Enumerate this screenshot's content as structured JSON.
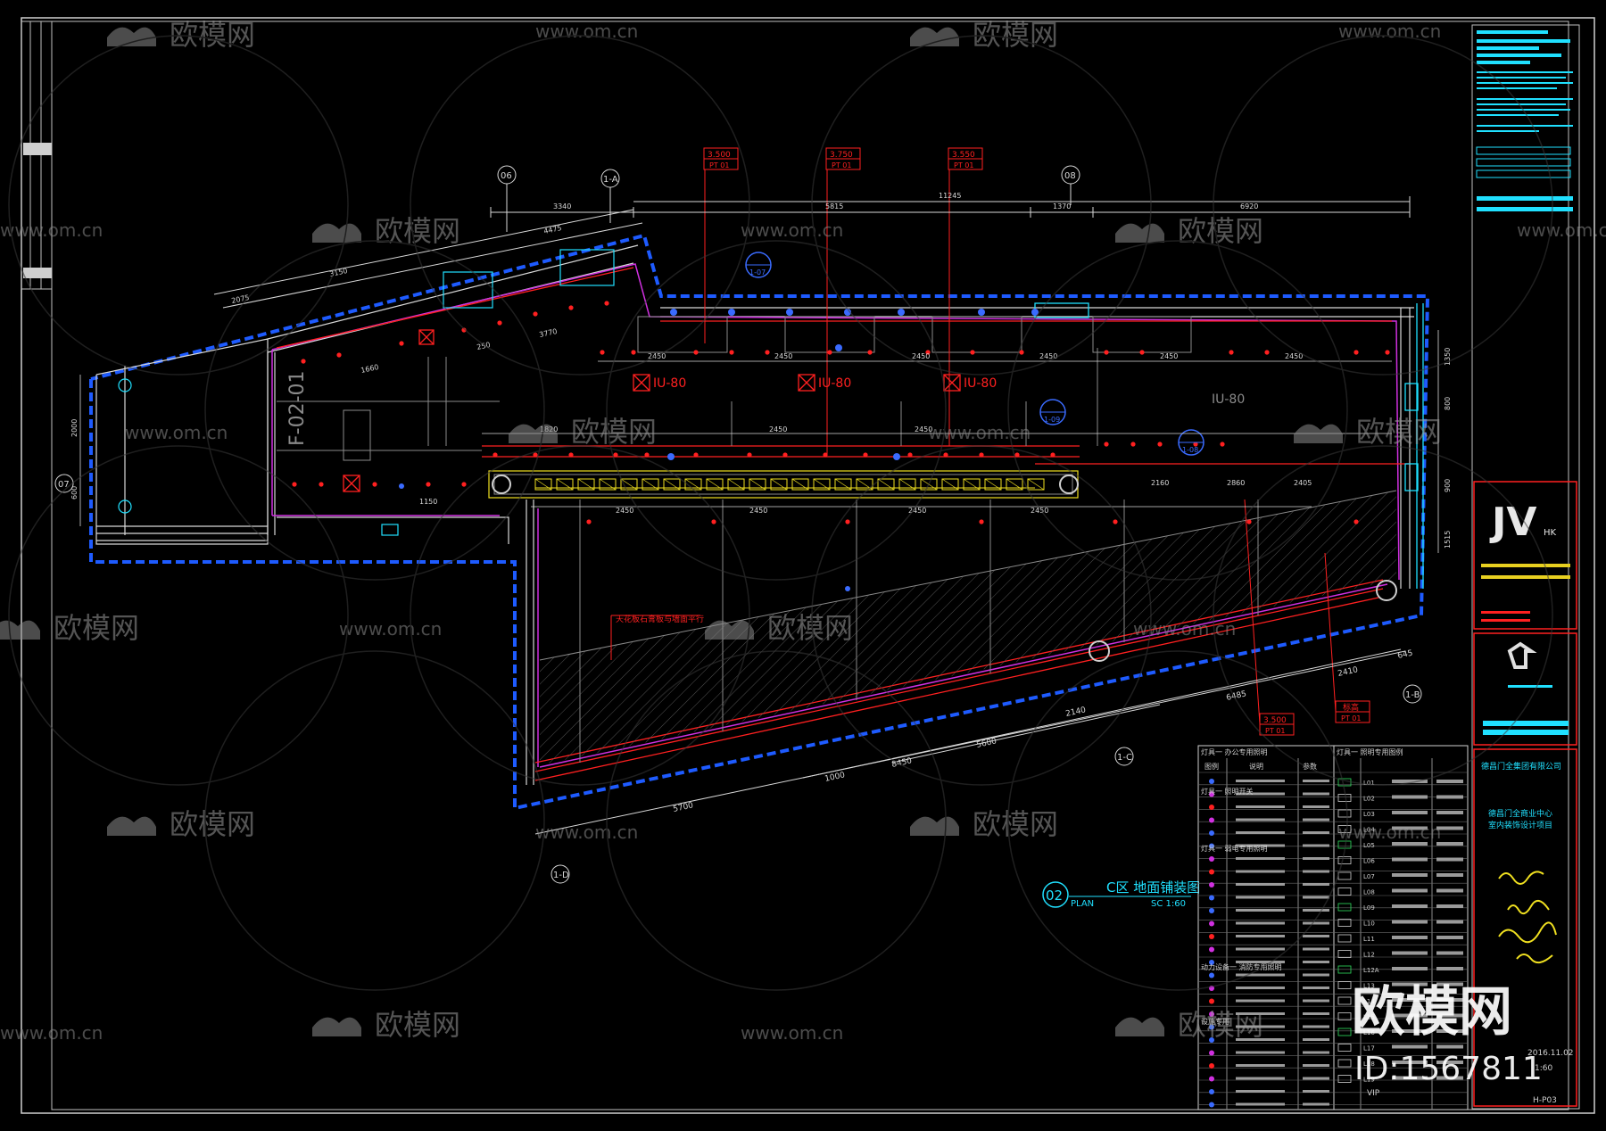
{
  "colors": {
    "background": "#000000",
    "frame": "#d0d0d0",
    "wall_dash": "#1e5bff",
    "red_line": "#ff2020",
    "magenta": "#d030e0",
    "cyan": "#20e0ff",
    "yellow": "#f0e020",
    "grey": "#8a8a8a"
  },
  "drawing": {
    "title_code": "02",
    "title": "C区 地面铺装图",
    "subtitle": "PLAN",
    "scale": "SC 1:60"
  },
  "dimensions": {
    "top": [
      "3340",
      "5815",
      "11245",
      "1370",
      "6920"
    ],
    "slant_top": [
      "4475",
      "3150",
      "2075"
    ],
    "inner_top": [
      "1660",
      "3770",
      "250"
    ],
    "mid_row": [
      "2450",
      "2450",
      "2450",
      "2450",
      "2450",
      "2450",
      "2450",
      "2450"
    ],
    "lower_row": [
      "2450",
      "2450",
      "2450",
      "2450",
      "2160",
      "2405"
    ],
    "right_side": [
      "1350",
      "800",
      "900",
      "1515"
    ],
    "bottom_slant": [
      "5700",
      "8450",
      "5600",
      "2140",
      "1000",
      "6485",
      "2410",
      "645"
    ],
    "left_side": [
      "2000",
      "600"
    ],
    "misc": [
      "1820",
      "2860",
      "1150"
    ]
  },
  "callouts": [
    {
      "level": "3.500",
      "code": "PT 01"
    },
    {
      "level": "3.750",
      "code": "PT 01"
    },
    {
      "level": "3.550",
      "code": "PT 01"
    },
    {
      "level": "3.500",
      "code": "PT 01"
    },
    {
      "level": "标高",
      "code": "PT 01"
    }
  ],
  "grid_markers": [
    "06",
    "1-A",
    "08",
    "1-B",
    "1-C",
    "1-D",
    "07"
  ],
  "units": [
    "IU-80",
    "IU-80",
    "IU-80",
    "IU-80"
  ],
  "tags": [
    "F-02-01",
    "1-07",
    "1-09",
    "1-08"
  ],
  "note_text": "天花板石膏板与墙面平行",
  "legend": {
    "left_title_1": "灯具一 办公专用照明",
    "left_title_2": "灯具一 照明开关",
    "left_title_3": "灯具一 弱电专用照明",
    "left_title_4": "动力设备一 消防专用照明",
    "left_title_5": "设施专用",
    "right_title": "灯具一 照明专用图例",
    "header": [
      "图例",
      "说明",
      "参数"
    ],
    "right_rows": [
      "L01",
      "L02",
      "L03",
      "L04",
      "L05",
      "L06",
      "L07",
      "L08",
      "L09",
      "L10",
      "L11",
      "L12",
      "L12A",
      "L13",
      "L14",
      "L15",
      "L16",
      "L17",
      "L18",
      "L19"
    ],
    "vip_label": "VIP"
  },
  "title_block": {
    "brand": "JV",
    "brand_sub": "HK",
    "client_line": "德昌门全集团有限公司",
    "project_line_1": "德昌门全商业中心",
    "project_line_2": "室内装饰设计项目",
    "sheet_no": "H-P03",
    "scale_value": "1:60",
    "date_value": "2016.11.02"
  },
  "watermark": {
    "brand": "欧模网",
    "url": "www.om.cn",
    "id_label": "ID:1567811"
  }
}
